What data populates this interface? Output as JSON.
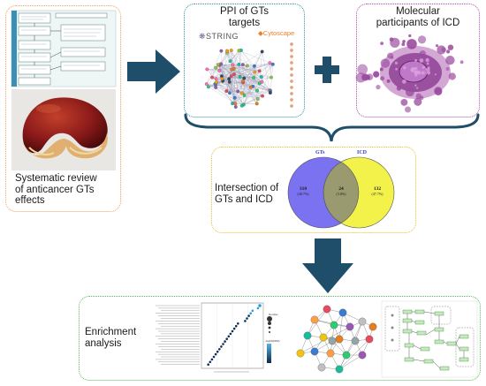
{
  "review": {
    "label_line1": "Systematic review",
    "label_line2": "of anticancer GTs",
    "label_line3": "effects"
  },
  "ppi": {
    "title_line1": "PPI of GTs",
    "title_line2": "targets",
    "string_logo": "STRING",
    "cytoscape_logo": "Cytoscape"
  },
  "icd": {
    "title_line1": "Molecular",
    "title_line2": "participants of ICD"
  },
  "venn": {
    "label_line1": "Intersection of",
    "label_line2": "GTs and ICD",
    "set_a": "GTs",
    "set_b": "ICD",
    "only_a": "310",
    "only_a_pct": "(48.7%)",
    "both": "24",
    "both_pct": "(3.8%)",
    "only_b": "132",
    "only_b_pct": "(47.7%)"
  },
  "enrichment": {
    "label_line1": "Enrichment",
    "label_line2": "analysis",
    "colorbar_title": "-log10(FDR)",
    "size_legend_title": "Number"
  },
  "colors": {
    "review_border": "#f0a060",
    "ppi_border": "#2f8fa0",
    "icd_border": "#b04ab0",
    "venn_border": "#e8c030",
    "enrich_border": "#5cb85c",
    "arrow": "#1f4e6b",
    "venn_a": "#7a72f0",
    "venn_b": "#f2f24a",
    "mushroom": "#8b1a1a",
    "icd_cell": "#9a4aa0"
  }
}
